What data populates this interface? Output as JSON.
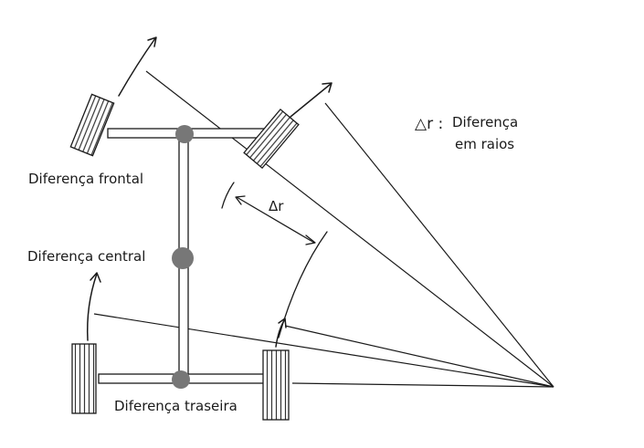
{
  "labels": {
    "front_diff": "Diferença frontal",
    "center_diff": "Diferença central",
    "rear_diff": "Diferença traseira",
    "delta_r": "Δr"
  },
  "legend": {
    "symbol": "△r :",
    "line1": "Diferença",
    "line2": "em raios"
  }
}
